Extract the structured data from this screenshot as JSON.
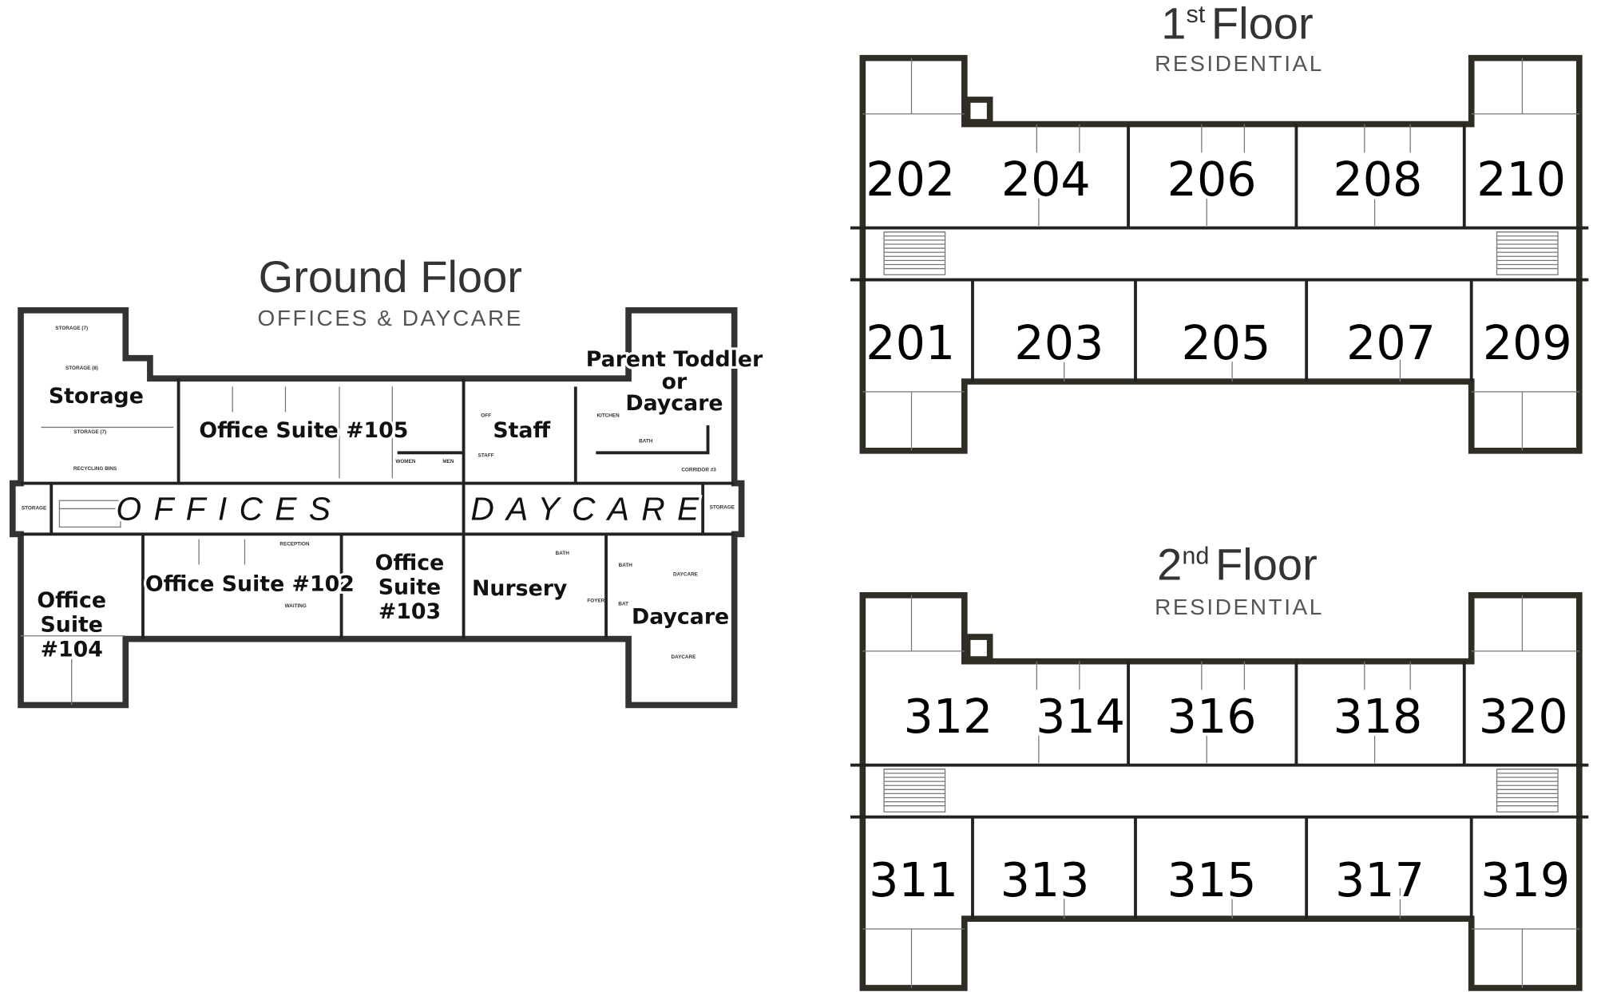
{
  "ground_floor": {
    "title": "Ground Floor",
    "subtitle": "OFFICES & DAYCARE",
    "zones": [
      "OFFICES",
      "DAYCARE"
    ],
    "rooms": [
      "Storage",
      "Office Suite #105",
      "Staff",
      "Parent Toddler",
      "or",
      "Daycare",
      "Office",
      "Suite",
      "#104",
      "Office Suite #102",
      "Office",
      "Suite",
      "#103",
      "Nursery",
      "Daycare"
    ],
    "small_labels": [
      "STORAGE (7)",
      "STORAGE (8)",
      "STORAGE (7)",
      "RECYCLING BINS",
      "KITCHEN",
      "BATH",
      "CORRIDOR #3",
      "WOMEN",
      "MEN",
      "STAFF",
      "OFF",
      "STORAGE",
      "STORAGE",
      "RECEPTION",
      "WAITING",
      "BATH",
      "FOYER",
      "BATH",
      "BAT",
      "DAYCARE",
      "DAYCARE"
    ]
  },
  "first_floor": {
    "title_num": "1",
    "title_sup": "st",
    "title_word": "Floor",
    "subtitle": "RESIDENTIAL",
    "units_top": [
      "202",
      "204",
      "206",
      "208",
      "210"
    ],
    "units_bottom": [
      "201",
      "203",
      "205",
      "207",
      "209"
    ]
  },
  "second_floor": {
    "title_num": "2",
    "title_sup": "nd",
    "title_word": "Floor",
    "subtitle": "RESIDENTIAL",
    "units_top": [
      "312",
      "314",
      "316",
      "318",
      "320"
    ],
    "units_bottom": [
      "311",
      "313",
      "315",
      "317",
      "319"
    ]
  },
  "colors": {
    "wall_residential": "#2f2d24",
    "wall_ground": "#333333",
    "text": "#111111"
  }
}
